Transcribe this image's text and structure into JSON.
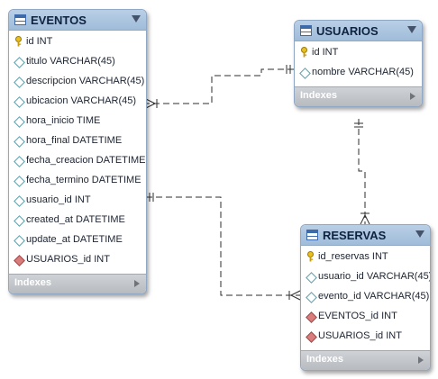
{
  "tables": {
    "eventos": {
      "name": "EVENTOS",
      "fields": [
        {
          "text": "id INT",
          "icon": "primary-key-icon"
        },
        {
          "text": "titulo VARCHAR(45)",
          "icon": "column-diamond-icon"
        },
        {
          "text": "descripcion VARCHAR(45)",
          "icon": "column-diamond-icon"
        },
        {
          "text": "ubicacion VARCHAR(45)",
          "icon": "column-diamond-icon"
        },
        {
          "text": "hora_inicio TIME",
          "icon": "column-diamond-icon"
        },
        {
          "text": "hora_final DATETIME",
          "icon": "column-diamond-icon"
        },
        {
          "text": "fecha_creacion DATETIME",
          "icon": "column-diamond-icon"
        },
        {
          "text": "fecha_termino DATETIME",
          "icon": "column-diamond-icon"
        },
        {
          "text": "usuario_id INT",
          "icon": "column-diamond-icon"
        },
        {
          "text": "created_at DATETIME",
          "icon": "column-diamond-icon"
        },
        {
          "text": "update_at DATETIME",
          "icon": "column-diamond-icon"
        },
        {
          "text": "USUARIOS_id INT",
          "icon": "foreign-key-icon"
        }
      ],
      "indexes_label": "Indexes"
    },
    "usuarios": {
      "name": "USUARIOS",
      "fields": [
        {
          "text": "id INT",
          "icon": "primary-key-icon"
        },
        {
          "text": "nombre VARCHAR(45)",
          "icon": "column-diamond-icon"
        }
      ],
      "indexes_label": "Indexes"
    },
    "reservas": {
      "name": "RESERVAS",
      "fields": [
        {
          "text": "id_reservas INT",
          "icon": "primary-key-icon"
        },
        {
          "text": "usuario_id VARCHAR(45)",
          "icon": "column-diamond-icon"
        },
        {
          "text": "evento_id VARCHAR(45)",
          "icon": "column-diamond-icon"
        },
        {
          "text": "EVENTOS_id INT",
          "icon": "foreign-key-icon"
        },
        {
          "text": "USUARIOS_id INT",
          "icon": "foreign-key-icon"
        }
      ],
      "indexes_label": "Indexes"
    }
  },
  "relationships": [
    {
      "from": "USUARIOS",
      "to": "EVENTOS",
      "cardinality": "one-to-many"
    },
    {
      "from": "USUARIOS",
      "to": "RESERVAS",
      "cardinality": "one-to-many"
    },
    {
      "from": "EVENTOS",
      "to": "RESERVAS",
      "cardinality": "one-to-many"
    }
  ],
  "colors": {
    "header": "#a9c4e0",
    "border": "#8ea8c6",
    "footer": "#c4c7cb",
    "primary_key": "#e8c020",
    "foreign_key": "#d97c7c",
    "column": "#5a9eaa",
    "line": "#333333"
  }
}
